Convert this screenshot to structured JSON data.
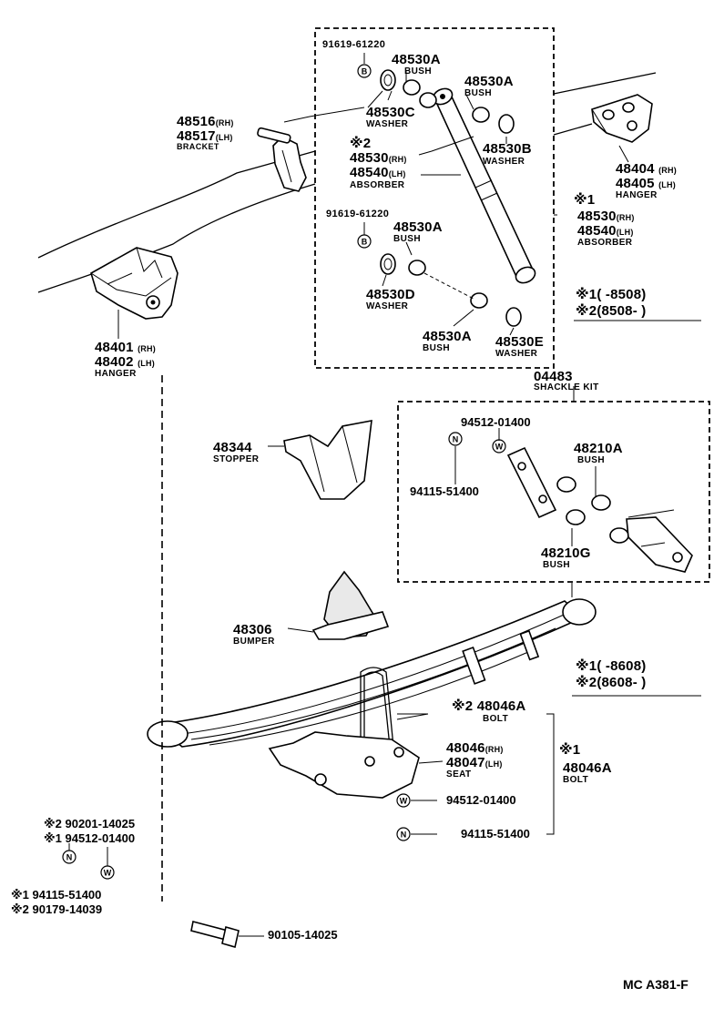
{
  "footer_code": "MC  A381-F",
  "symbols": {
    "b": "B",
    "w": "W",
    "n": "N"
  },
  "labels": {
    "p91619_top": "91619-61220",
    "p48530A_top": "48530A",
    "bush_top": "BUSH",
    "p48530A_top2": "48530A",
    "bush_top2": "BUSH",
    "p48530C": "48530C",
    "washer_c": "WASHER",
    "p48516": "48516",
    "rh_48516": "(RH)",
    "p48517": "48517",
    "lh_48517": "(LH)",
    "bracket": "BRACKET",
    "mark2_abs": "※2",
    "p48530_rh": "48530",
    "rh_48530": "(RH)",
    "p48540_lh": "48540",
    "lh_48540": "(LH)",
    "absorber": "ABSORBER",
    "p48530B": "48530B",
    "washer_b": "WASHER",
    "p48404": "48404",
    "rh_48404": "(RH)",
    "p48405": "48405",
    "lh_48405": "(LH)",
    "hanger_r": "HANGER",
    "mark1_abs": "※1",
    "p48530_rh_r": "48530",
    "rh_48530_r": "(RH)",
    "p48540_lh_r": "48540",
    "lh_48540_r": "(LH)",
    "absorber_r": "ABSORBER",
    "p91619_mid": "91619-61220",
    "p48530A_mid": "48530A",
    "bush_mid": "BUSH",
    "p48530D": "48530D",
    "washer_d": "WASHER",
    "p48530A_low": "48530A",
    "bush_low": "BUSH",
    "p48530E": "48530E",
    "washer_e": "WASHER",
    "mark1_8508": "※1(       -8508)",
    "mark2_8508": "※2(8508-         )",
    "p48401": "48401",
    "rh_48401": "(RH)",
    "p48402": "48402",
    "lh_48402": "(LH)",
    "hanger_l": "HANGER",
    "p04483": "04483",
    "shackle_kit": "SHACKLE KIT",
    "p94512_kit": "94512-01400",
    "p48210A": "48210A",
    "bush_210a": "BUSH",
    "p94115_kit": "94115-51400",
    "p48210G": "48210G",
    "bush_210g": "BUSH",
    "p48344": "48344",
    "stopper": "STOPPER",
    "p48306": "48306",
    "bumper": "BUMPER",
    "mark1_8608": "※1(       -8608)",
    "mark2_8608": "※2(8608-         )",
    "mark2_bolt": "※2",
    "p48046A_top": "48046A",
    "bolt_top": "BOLT",
    "p48046_rh": "48046",
    "rh_48046": "(RH)",
    "p48047_lh": "48047",
    "lh_48047": "(LH)",
    "seat": "SEAT",
    "mark1_bolt": "※1",
    "p48046A_r": "48046A",
    "bolt_r": "BOLT",
    "p94512_seat": "94512-01400",
    "p94115_seat": "94115-51400",
    "bl_mark2_90201": "※2 90201-14025",
    "bl_mark1_94512": "※1 94512-01400",
    "bl_mark1_94115": "※1 94115-51400",
    "bl_mark2_90179": "※2 90179-14039",
    "p90105": "90105-14025"
  }
}
